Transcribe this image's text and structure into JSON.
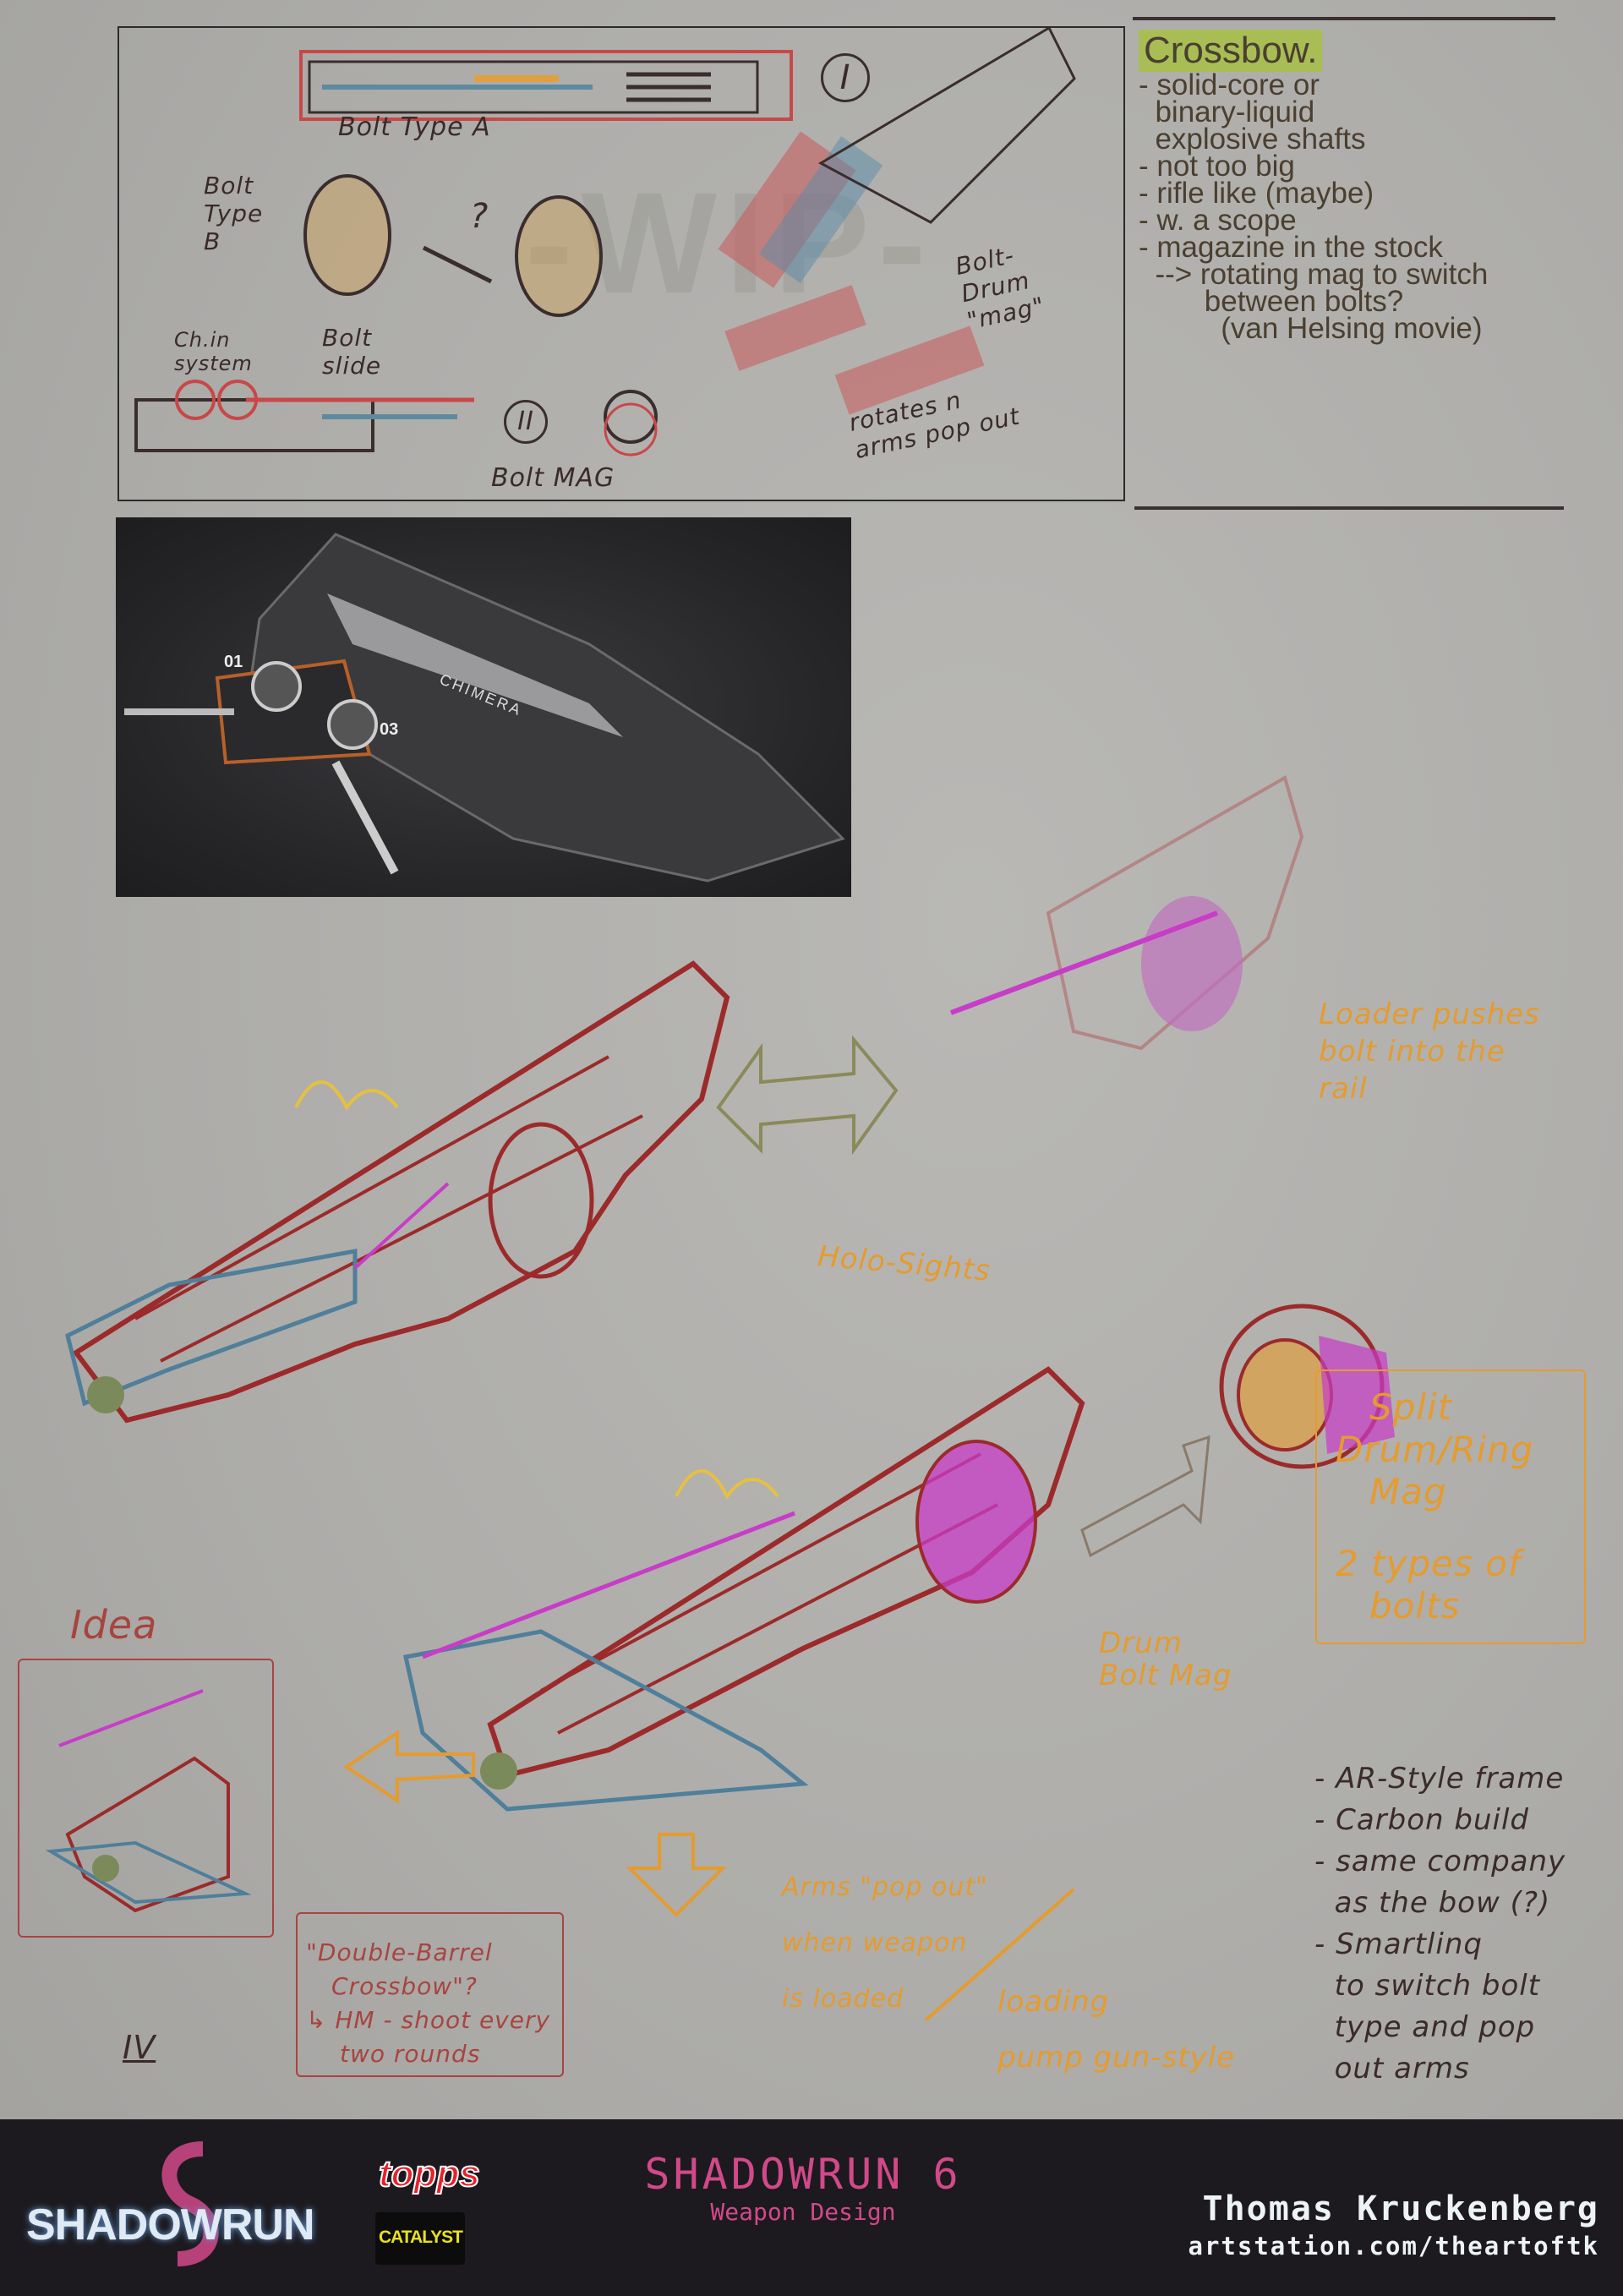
{
  "sheet": {
    "watermark": "-WIP-",
    "top_sketch_labels": {
      "bolt_type_a": "Bolt Type A",
      "bolt_type_b": "Bolt Type B",
      "question": "?",
      "roman_1": "I",
      "bolt_drum_mag": "Bolt-Drum \"mag\"",
      "rotates_arms": "rotates n arms pop out",
      "chain_system": "Ch.in system",
      "bolt_slide": "Bolt slide",
      "roman_2": "II",
      "bolt_mag": "Bolt MAG"
    },
    "notes": {
      "title": "Crossbow.",
      "lines": [
        "- solid-core or",
        "  binary-liquid",
        "  explosive shafts",
        "- not too big",
        "- rifle like (maybe)",
        "- w. a scope",
        "- magazine in the stock",
        "  --> rotating mag to switch",
        "        between bolts?",
        "          (van Helsing movie)"
      ]
    },
    "render": {
      "brand": "CHIMERA",
      "marker_1": "01",
      "marker_2": "03"
    },
    "annotations": {
      "loader": [
        "Loader pushes",
        "bolt into the",
        "rail"
      ],
      "holo_sights": "Holo-Sights",
      "split_drum": [
        "Split",
        "Drum/Ring",
        "Mag"
      ],
      "two_types": [
        "2 types of",
        "bolts"
      ],
      "drum_bolt_mag": [
        "Drum",
        "Bolt Mag"
      ],
      "idea": "Idea",
      "double_barrel": [
        "\"Double-Barrel",
        "Crossbow\"?",
        "↳ HM - shoot every",
        "two rounds"
      ],
      "arms_pop_out": [
        "Arms \"pop out\"",
        "when weapon",
        "is loaded"
      ],
      "loading": [
        "loading",
        "pump gun-style"
      ],
      "roman_4": "IV",
      "feature_list": [
        "- AR-Style frame",
        "- Carbon build",
        "- same company",
        "  as the bow (?)",
        "- Smartlinq",
        "  to switch bolt",
        "  type and pop",
        "  out arms"
      ]
    }
  },
  "footer": {
    "logo_shadowrun": "SHADOWRUN",
    "logo_topps": "topps",
    "logo_catalyst": "CATALYST",
    "title": "SHADOWRUN 6",
    "subtitle": "Weapon Design",
    "artist": "Thomas Kruckenberg",
    "url": "artstation.com/theartoftk"
  },
  "colors": {
    "sketch_red": "#9c2a2a",
    "sketch_blue": "#4f7f9a",
    "magenta": "#c83cc8",
    "orange": "#e59b2e",
    "highlight": "#a8be55",
    "footer_bg": "#1c1a1f",
    "title_pink": "#d2498a"
  }
}
